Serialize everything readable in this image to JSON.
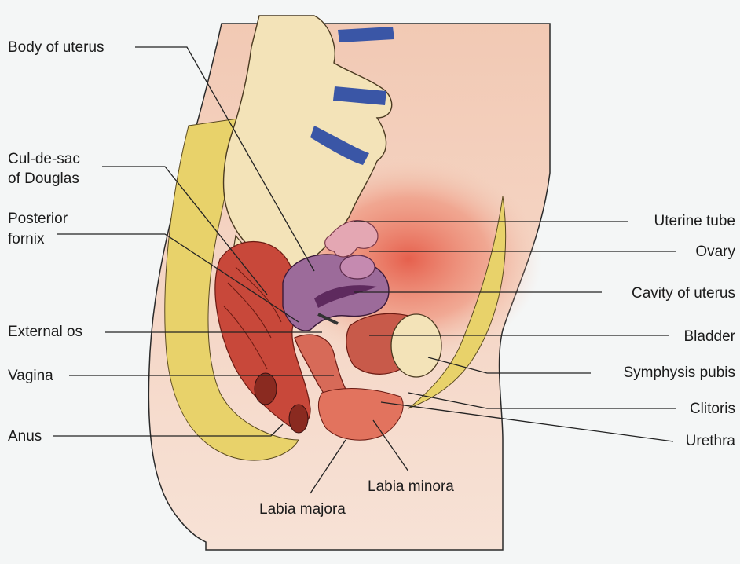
{
  "figure": {
    "labels": {
      "body_of_uterus": "Body of uterus",
      "cul_de_sac_line1": "Cul-de-sac",
      "cul_de_sac_line2": "of Douglas",
      "posterior_fornix_line1": "Posterior",
      "posterior_fornix_line2": "fornix",
      "external_os": "External os",
      "vagina": "Vagina",
      "anus": "Anus",
      "uterine_tube": "Uterine tube",
      "ovary": "Ovary",
      "cavity_of_uterus": "Cavity of uterus",
      "bladder": "Bladder",
      "symphysis_pubis": "Symphysis pubis",
      "clitoris": "Clitoris",
      "urethra": "Urethra",
      "labia_minora": "Labia minora",
      "labia_majora": "Labia majora"
    },
    "colors": {
      "background": "#f4f6f6",
      "skin": "#f2c9b4",
      "bone": "#f3e3b8",
      "disc": "#3a56a6",
      "fat": "#e8d26a",
      "muscle": "#c8483a",
      "uterus": "#9c6b9a",
      "bladder": "#c85a4a",
      "line": "#222222"
    }
  }
}
